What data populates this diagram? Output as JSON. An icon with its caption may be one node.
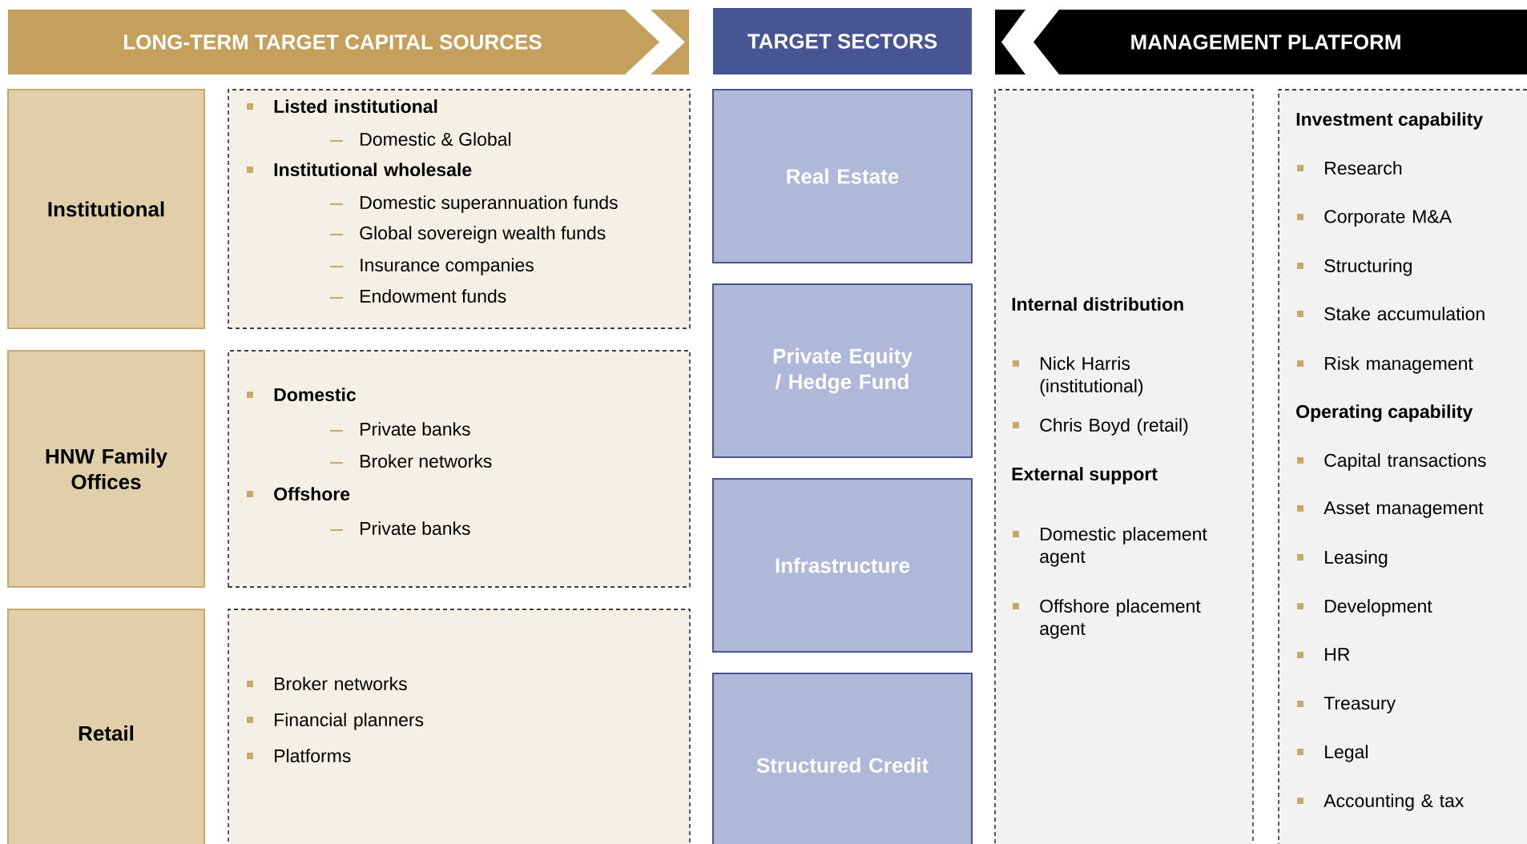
{
  "diagram": {
    "nodes": [
      {
        "text": [
          "LONG-TERM TARGET CAPITAL SOURCES"
        ]
      },
      {
        "text": [
          "TARGET SECTORS"
        ]
      },
      {
        "text": [
          "MANAGEMENT PLATFORM"
        ]
      },
      {
        "text": [
          "Institutional"
        ]
      },
      {
        "text": [
          "HNW Family Offices"
        ]
      },
      {
        "text": [
          "Retail"
        ]
      },
      {
        "text": [
          "Listed institutional",
          "Domestic & Global",
          "Institutional wholesale",
          "Domestic superannuation funds",
          "Global sovereign wealth funds",
          "Insurance companies",
          "Endowment funds"
        ]
      },
      {
        "text": [
          "Domestic",
          "Private banks",
          "Broker networks",
          "Offshore",
          "Private banks"
        ]
      },
      {
        "text": [
          "Broker networks",
          "Financial planners",
          "Platforms"
        ]
      },
      {
        "text": [
          "Real Estate"
        ]
      },
      {
        "text": [
          "Private Equity / Hedge Fund"
        ]
      },
      {
        "text": [
          "Infrastructure"
        ]
      },
      {
        "text": [
          "Structured Credit"
        ]
      },
      {
        "text": [
          "Internal distribution",
          "Nick Harris (institutional)",
          "Chris Boyd (retail)",
          "External support",
          "Domestic placement agent",
          "Offshore placement agent"
        ]
      },
      {
        "text": [
          "Investment capability",
          "Research",
          "Corporate M&A",
          "Structuring",
          "Stake accumulation",
          "Risk management",
          "Operating capability",
          "Capital transactions",
          "Asset management",
          "Leasing",
          "Development",
          "HR",
          "Treasury",
          "Legal",
          "Accounting & tax"
        ]
      }
    ]
  }
}
